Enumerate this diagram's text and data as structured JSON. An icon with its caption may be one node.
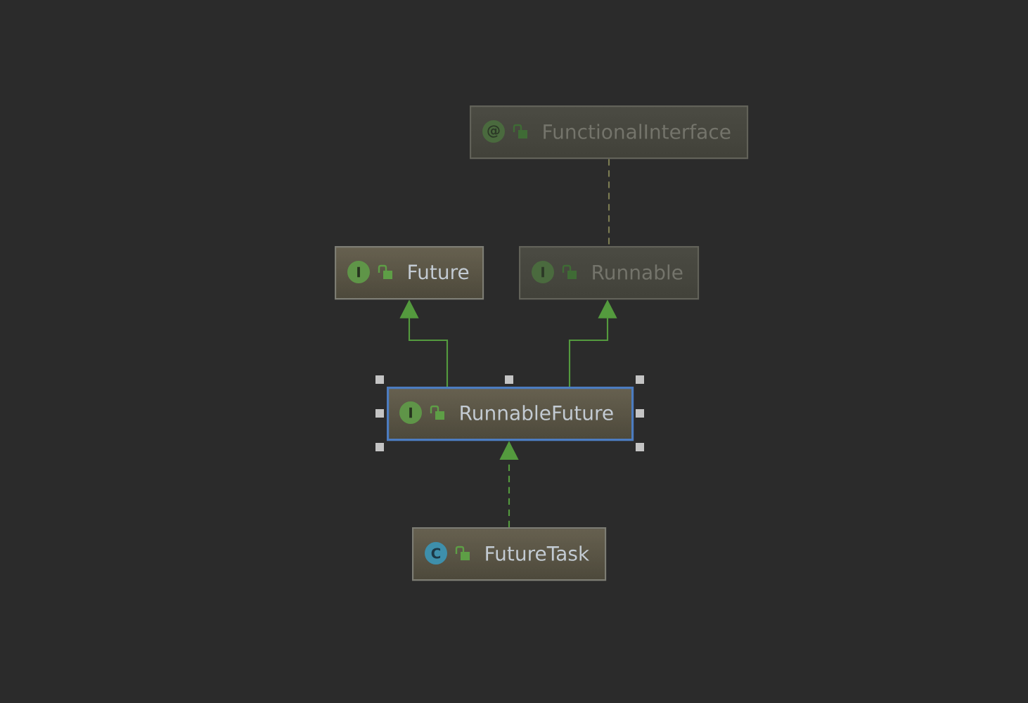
{
  "diagram": {
    "nodes": [
      {
        "text": [
          "@",
          "FunctionalInterface"
        ]
      },
      {
        "text": [
          "I",
          "Future"
        ]
      },
      {
        "text": [
          "I",
          "Runnable"
        ]
      },
      {
        "text": [
          "I",
          "RunnableFuture"
        ]
      },
      {
        "text": [
          "C",
          "FutureTask"
        ]
      }
    ],
    "edges": [
      {
        "from": 0,
        "to": 2,
        "arrow": "none",
        "style": "dashed",
        "color": "#7c7c52"
      },
      {
        "from": 3,
        "to": 1,
        "arrow": "to"
      },
      {
        "from": 3,
        "to": 2,
        "arrow": "to"
      },
      {
        "from": 4,
        "to": 3,
        "arrow": "to",
        "style": "dashed"
      }
    ]
  }
}
